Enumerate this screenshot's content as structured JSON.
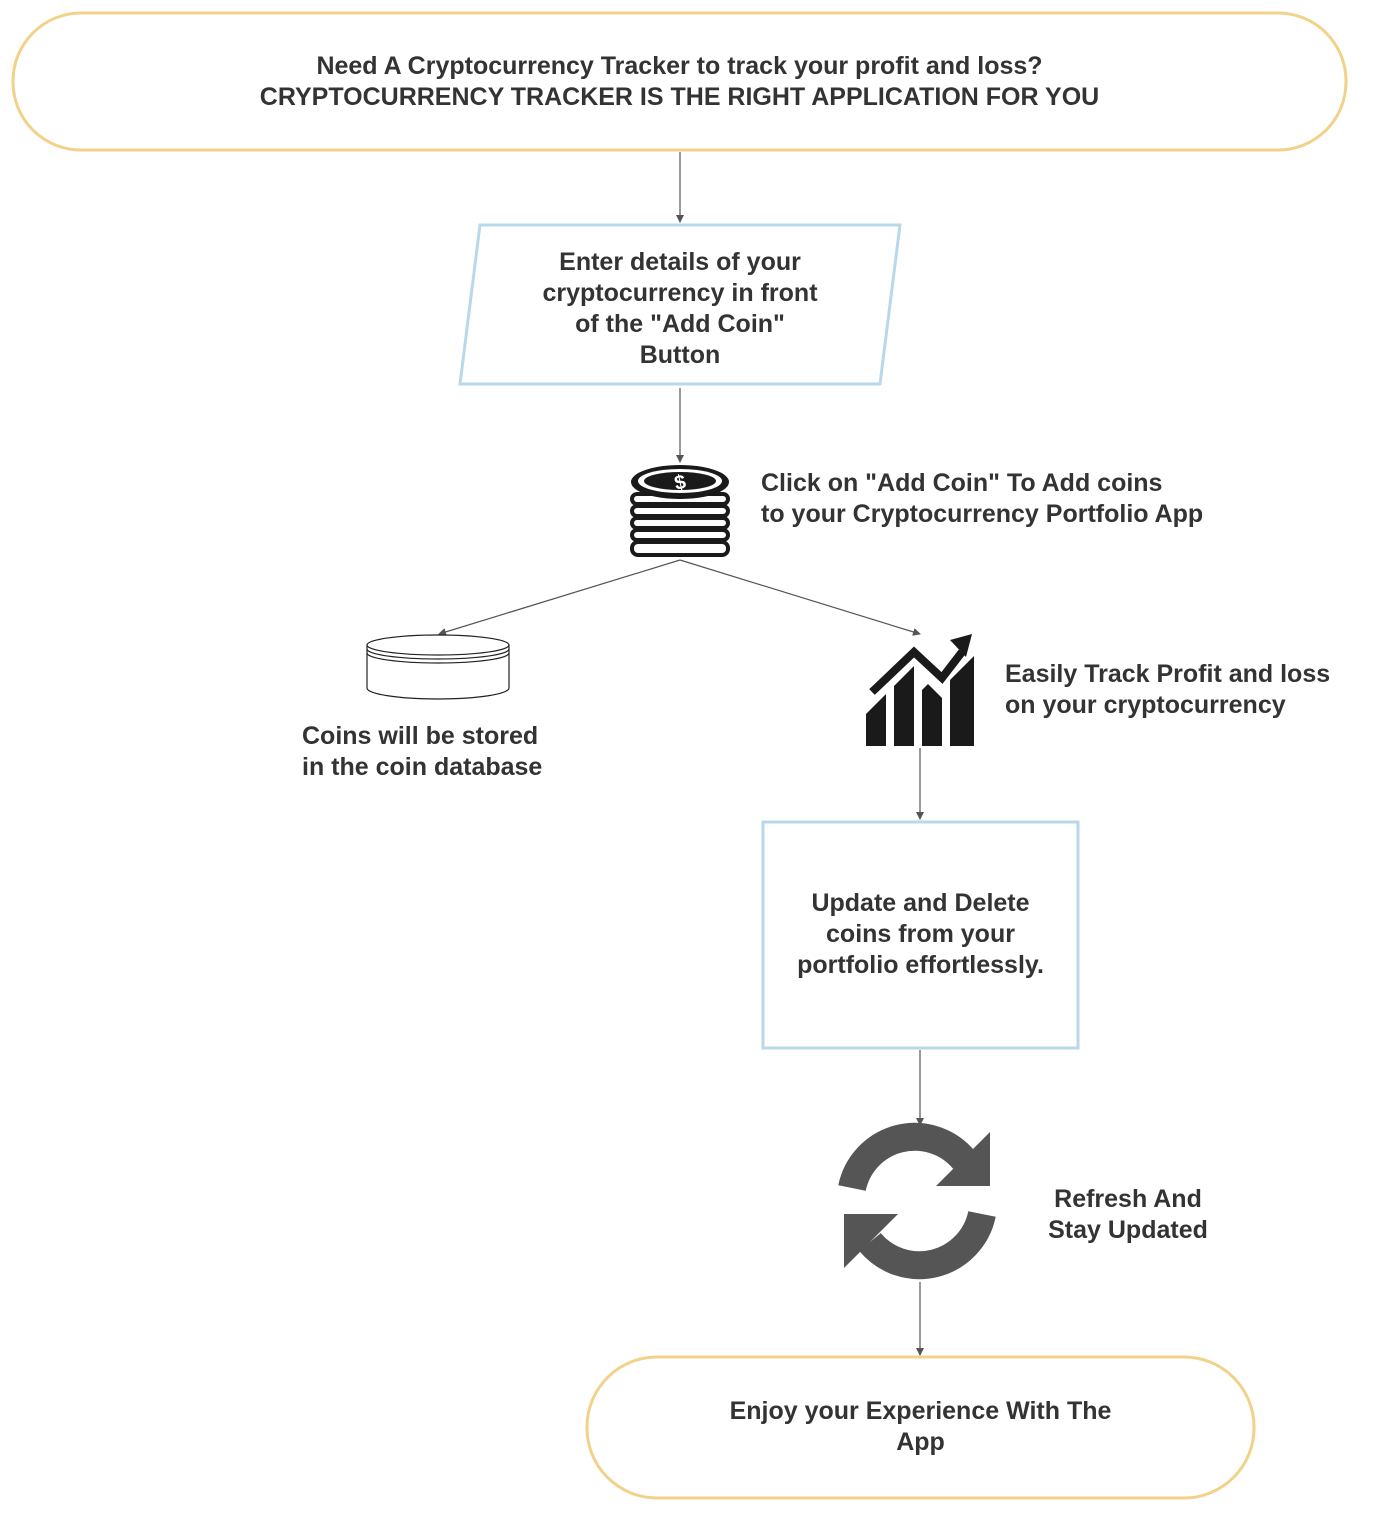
{
  "start": {
    "line1": "Need A Cryptocurrency Tracker to track your profit and loss?",
    "line2": "CRYPTOCURRENCY TRACKER IS THE RIGHT APPLICATION FOR YOU"
  },
  "input_step": {
    "text": "Enter details of your\ncryptocurrency in front\nof the \"Add Coin\"\nButton"
  },
  "add_coin": {
    "text": "Click on \"Add Coin\" To Add coins\nto your  Cryptocurrency Portfolio App",
    "icon": "coin-stack-icon"
  },
  "database": {
    "text": "Coins will be stored\nin the coin database",
    "icon": "database-icon"
  },
  "track": {
    "text": "Easily Track Profit and loss\n on your cryptocurrency",
    "icon": "growth-chart-icon"
  },
  "update_step": {
    "text": "Update and Delete\ncoins from your\nportfolio effortlessly."
  },
  "refresh": {
    "text": "Refresh And\nStay Updated",
    "icon": "refresh-icon"
  },
  "end": {
    "text": "Enjoy your Experience With The\nApp"
  },
  "colors": {
    "terminal_border": "#F2D28B",
    "process_border": "#B9D8EA",
    "connector": "#555555",
    "icon_dark": "#1a1a1a",
    "icon_grey": "#555555",
    "text": "#333333"
  }
}
